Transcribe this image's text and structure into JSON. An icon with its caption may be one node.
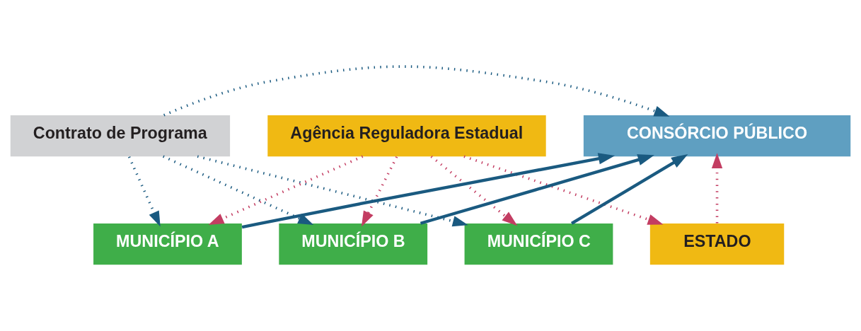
{
  "diagram": {
    "nodes": [
      {
        "text": [
          "CONSÓRCIO PÚBLICO"
        ]
      },
      {
        "text": [
          "Contrato de Programa"
        ]
      },
      {
        "text": [
          "Agência Reguladora Estadual"
        ]
      },
      {
        "text": [
          "MUNICÍPIO A"
        ]
      },
      {
        "text": [
          "MUNICÍPIO B"
        ]
      },
      {
        "text": [
          "MUNICÍPIO C"
        ]
      },
      {
        "text": [
          "ESTADO"
        ]
      }
    ],
    "edges": [
      {
        "from": 3,
        "to": 0,
        "arrow": "to"
      },
      {
        "from": 4,
        "to": 0,
        "arrow": "to"
      },
      {
        "from": 5,
        "to": 0,
        "arrow": "to"
      },
      {
        "from": 1,
        "to": 0,
        "arrow": "to",
        "style": "dashed"
      },
      {
        "from": 1,
        "to": 3,
        "arrow": "to",
        "style": "dashed"
      },
      {
        "from": 1,
        "to": 4,
        "arrow": "to",
        "style": "dashed"
      },
      {
        "from": 1,
        "to": 5,
        "arrow": "to",
        "style": "dashed"
      },
      {
        "from": 2,
        "to": 3,
        "arrow": "to",
        "style": "dashed",
        "color": "#c33d62"
      },
      {
        "from": 2,
        "to": 4,
        "arrow": "to",
        "style": "dashed",
        "color": "#c33d62"
      },
      {
        "from": 2,
        "to": 5,
        "arrow": "to",
        "style": "dashed",
        "color": "#c33d62"
      },
      {
        "from": 2,
        "to": 6,
        "arrow": "to",
        "style": "dashed",
        "color": "#c33d62"
      },
      {
        "from": 6,
        "to": 0,
        "arrow": "to",
        "style": "dashed",
        "color": "#c33d62"
      }
    ]
  }
}
